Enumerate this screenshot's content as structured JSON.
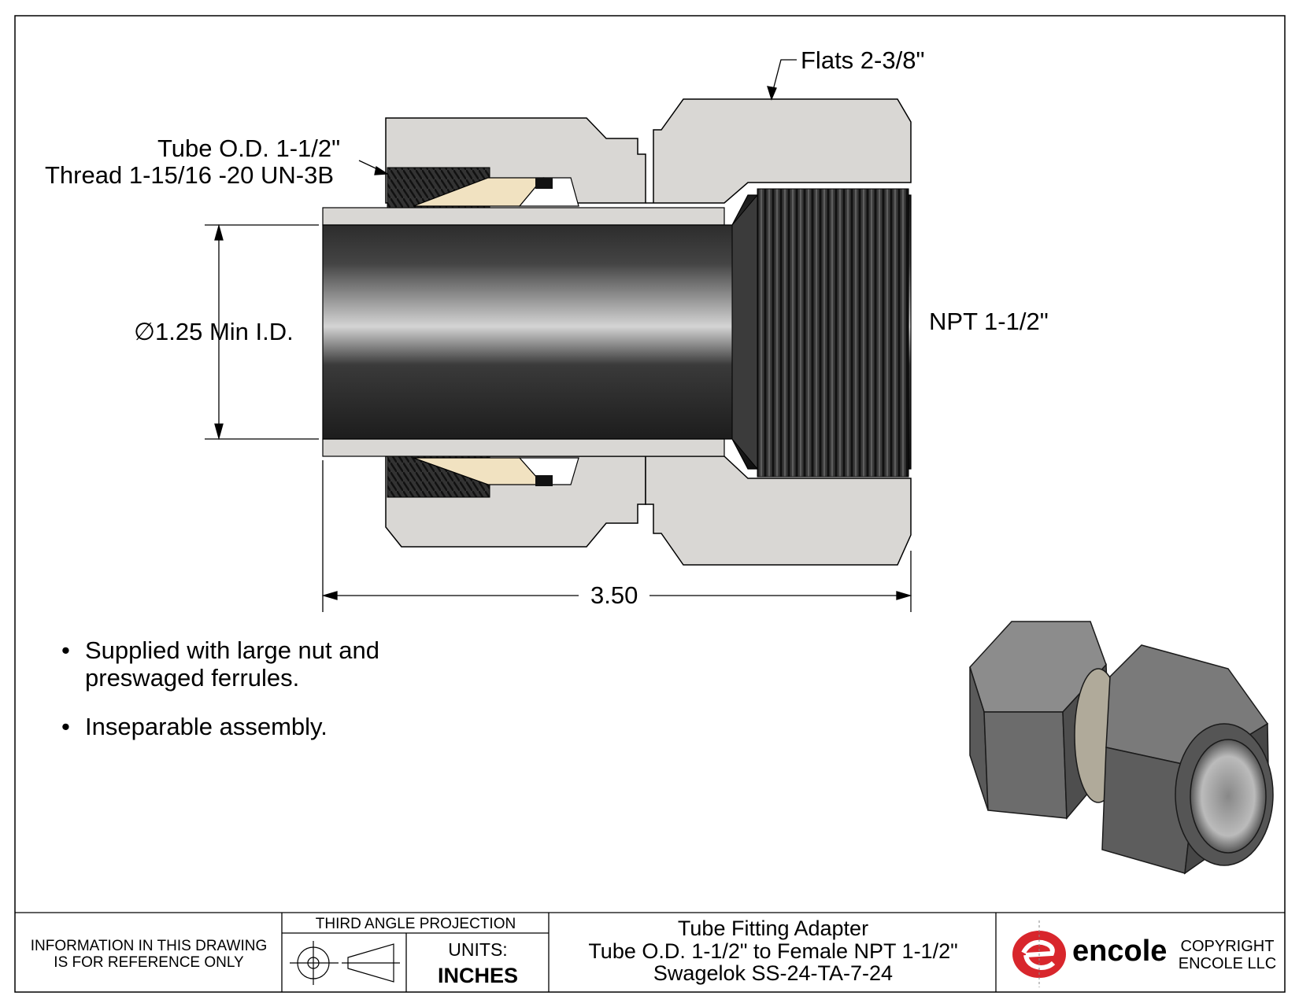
{
  "callouts": {
    "flats": "Flats 2-3/8\"",
    "tube_od": "Tube O.D. 1-1/2\"",
    "thread": "Thread 1-15/16 -20 UN-3B",
    "min_id": "1.25 Min I.D.",
    "npt": "NPT 1-1/2\"",
    "length": "3.50"
  },
  "notes": [
    {
      "bullet": "•",
      "text": "Supplied with large nut and preswaged ferrules."
    },
    {
      "bullet": "•",
      "text": "Inseparable assembly."
    }
  ],
  "title_block": {
    "disclaimer_line1": "INFORMATION IN THIS DRAWING",
    "disclaimer_line2": "IS FOR REFERENCE ONLY",
    "projection": "THIRD ANGLE PROJECTION",
    "units_label": "UNITS:",
    "units_value": "INCHES",
    "title_line1": "Tube Fitting Adapter",
    "title_line2": "Tube O.D. 1-1/2\" to Female NPT 1-1/2\"",
    "title_line3": "Swagelok SS-24-TA-7-24",
    "brand": "encole",
    "copyright_line1": "COPYRIGHT",
    "copyright_line2": "ENCOLE  LLC"
  },
  "colors": {
    "body_metal": "#d9d7d4",
    "ferrule": "#f1e2c1",
    "bore": "#2b2b2b",
    "logo_red": "#d8262c"
  }
}
